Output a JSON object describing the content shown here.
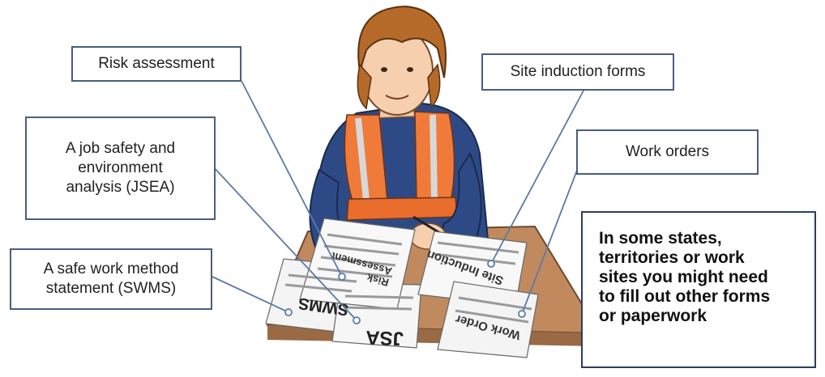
{
  "labels": {
    "risk_assessment": "Risk assessment",
    "jsea": "A job safety and\nenvironment\nanalysis (JSEA)",
    "swms": "A safe work method\nstatement (SWMS)",
    "site_induction": "Site induction forms",
    "work_orders": "Work orders"
  },
  "note": "In some states,\nterritories or work\nsites you might need\nto fill out other forms\nor paperwork",
  "paper_text": {
    "swms": "SWMS",
    "jsa": "JSA",
    "risk": "Risk\nAssessment",
    "site": "Site Induction",
    "work": "Work Order"
  },
  "colors": {
    "label_border": "#4a5d7e",
    "connector": "#5b7aa6",
    "note_border": "#2b3d63",
    "vest": "#f07a3a",
    "shirt": "#2e4a86",
    "hair": "#b66a2a",
    "table": "#c08a5e"
  }
}
